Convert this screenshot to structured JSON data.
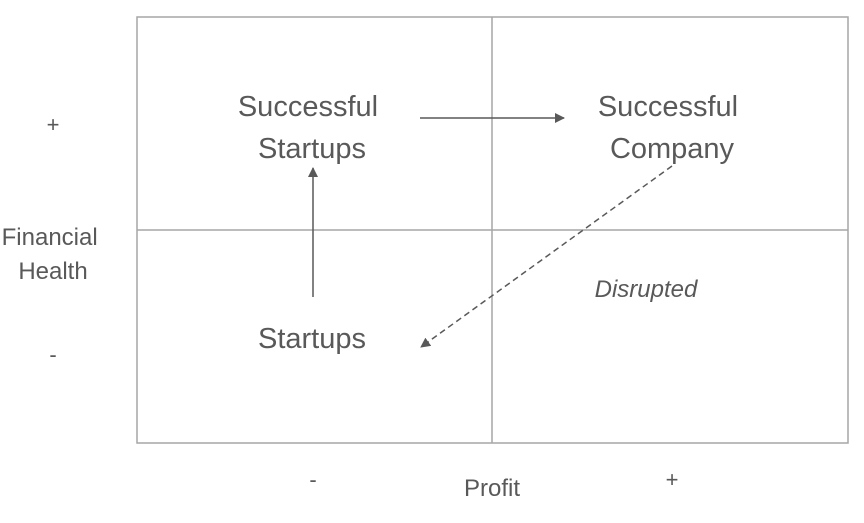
{
  "quadrants": {
    "top_left": [
      "Successful",
      "Startups"
    ],
    "top_right": [
      "Successful",
      "Company"
    ],
    "bottom_left": [
      "Startups"
    ],
    "bottom_right": [
      "Disrupted"
    ]
  },
  "y_axis": {
    "title_lines": [
      "Financial",
      "Health"
    ],
    "high": "+",
    "low": "-"
  },
  "x_axis": {
    "title": "Profit",
    "low": "-",
    "high": "+"
  },
  "transitions": [
    {
      "from": "Startups",
      "to": "Successful Startups",
      "style": "solid"
    },
    {
      "from": "Successful Startups",
      "to": "Successful Company",
      "style": "solid"
    },
    {
      "from": "Successful Company",
      "to": "Startups",
      "style": "dashed"
    }
  ],
  "colors": {
    "grid": "#a6a6a6",
    "arrow": "#595959",
    "text": "#595959"
  }
}
